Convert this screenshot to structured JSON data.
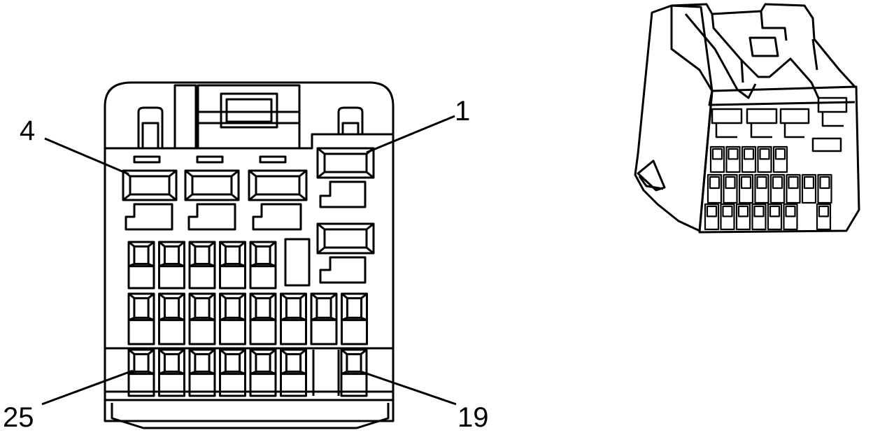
{
  "diagram": {
    "pin_labels": {
      "top_left": "4",
      "top_right": "1",
      "bottom_left": "25",
      "bottom_right": "19"
    }
  },
  "colors": {
    "line": "#000000",
    "background": "#ffffff",
    "fill": "#ffffff"
  }
}
